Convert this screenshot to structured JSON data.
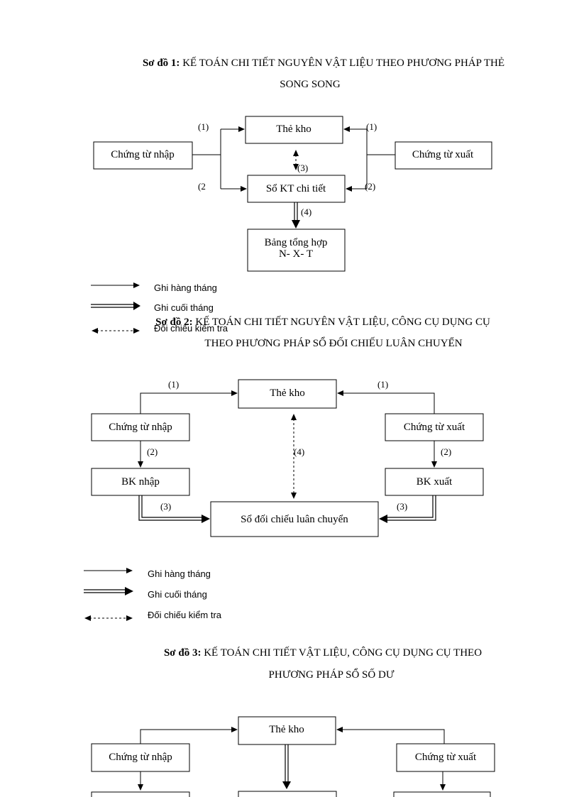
{
  "diagram1": {
    "title_bold": "Sơ đồ 1:",
    "title_rest": " KẾ TOÁN CHI TIẾT NGUYÊN VẬT LIỆU THEO PHƯƠNG PHÁP THẺ",
    "title_line2": "SONG SONG",
    "boxes": {
      "the_kho": "Thẻ kho",
      "chung_tu_nhap": "Chứng từ nhập",
      "chung_tu_xuat": "Chứng từ xuất",
      "so_kt": "Sổ KT chi tiết",
      "bang_line1": "Bảng tổng hợp",
      "bang_line2": "N- X- T"
    },
    "labels": {
      "l1a": "(1)",
      "l1b": "(1)",
      "l2a": "(2",
      "l2b": "(2)",
      "l3": "(3)",
      "l4": "(4)"
    },
    "legend": [
      "Ghi hàng tháng",
      "Ghi cuối tháng",
      "Đối chiếu kiểm tra"
    ]
  },
  "diagram2": {
    "title_bold": "Sơ đồ 2:",
    "title_rest": " KẾ TOÁN CHI TIẾT NGUYÊN VẬT LIỆU, CÔNG CỤ DỤNG CỤ",
    "title_line2": "THEO PHƯƠNG PHÁP SỔ ĐỐI CHIẾU LUÂN CHUYỂN",
    "boxes": {
      "the_kho": "Thẻ kho",
      "chung_tu_nhap": "Chứng từ nhập",
      "chung_tu_xuat": "Chứng từ xuất",
      "bk_nhap": "BK nhập",
      "bk_xuat": "BK xuất",
      "so_doi_chieu": "Sổ đối chiếu luân chuyển"
    },
    "labels": {
      "l1a": "(1)",
      "l1b": "(1)",
      "l2a": "(2)",
      "l2b": "(2)",
      "l3a": "(3)",
      "l3b": "(3)",
      "l4": "(4)"
    },
    "legend": [
      "Ghi hàng tháng",
      "Ghi cuối tháng",
      "Đối chiếu kiểm tra"
    ]
  },
  "diagram3": {
    "title_bold": "Sơ đồ 3:",
    "title_rest": " KẾ TOÁN CHI TIẾT VẬT LIỆU, CÔNG CỤ DỤNG CỤ THEO",
    "title_line2": "PHƯƠNG PHÁP SỔ SỐ DƯ",
    "boxes": {
      "the_kho": "Thẻ kho",
      "chung_tu_nhap": "Chứng từ nhập",
      "chung_tu_xuat": "Chứng từ xuất"
    }
  }
}
